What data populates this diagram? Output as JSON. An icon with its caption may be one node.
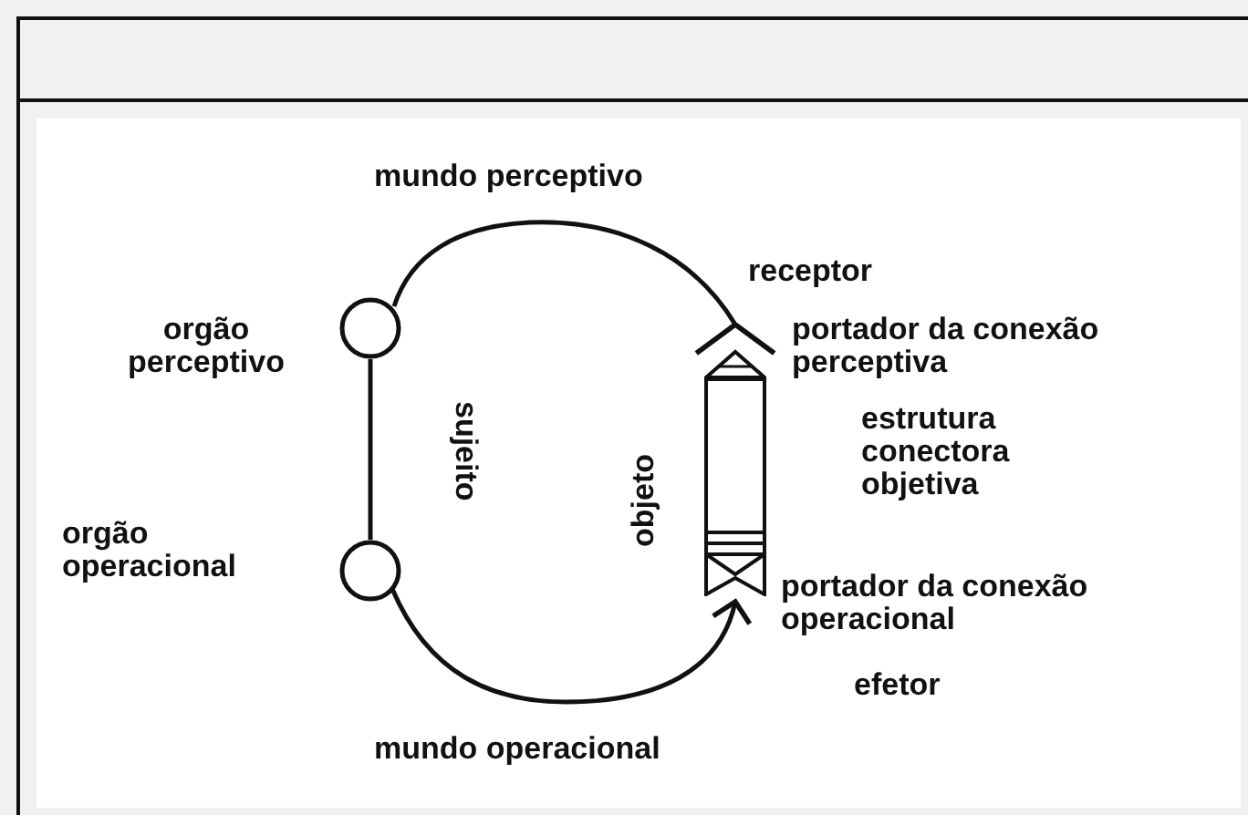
{
  "diagram": {
    "nodes": [
      {
        "text": [],
        "shape": "circle",
        "beside": [
          "orgão perceptivo"
        ]
      },
      {
        "text": [],
        "shape": "circle",
        "beside": [
          "orgão operacional"
        ]
      },
      {
        "text": [],
        "shape": "bar"
      }
    ],
    "edges": [
      {
        "from": 2,
        "to": 0,
        "arrow": "other"
      },
      {
        "from": 0,
        "to": 1,
        "arrow": "none"
      },
      {
        "from": 1,
        "to": 2,
        "arrow": "to"
      }
    ],
    "labels": [
      "mundo perceptivo",
      "receptor",
      "portador da conexão perceptiva",
      "sujeito",
      "objeto",
      "estrutura conectora objetiva",
      "portador da conexão operacional",
      "efetor",
      "mundo operacional"
    ]
  }
}
